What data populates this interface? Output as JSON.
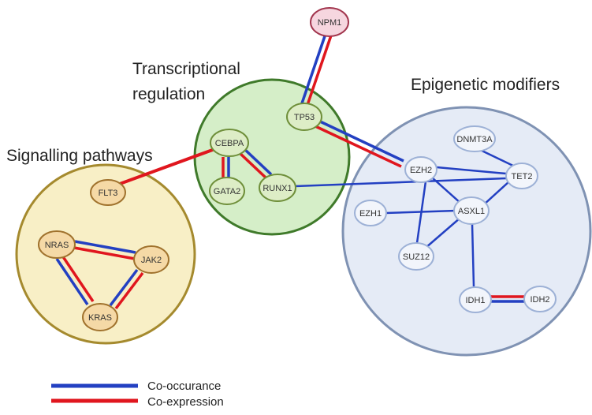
{
  "clusters": {
    "signalling": {
      "title": "Signalling pathways",
      "fill": "#f8efc6",
      "stroke": "#a58a2e"
    },
    "transcriptional": {
      "title_line1": "Transcriptional",
      "title_line2": "regulation",
      "fill": "#d5eec8",
      "stroke": "#3f7a2a"
    },
    "epigenetic": {
      "title": "Epigenetic modifiers",
      "fill": "#e5ebf6",
      "stroke": "#7f92b3"
    }
  },
  "nodes": {
    "npm1": "NPM1",
    "tp53": "TP53",
    "cebpa": "CEBPA",
    "gata2": "GATA2",
    "runx1": "RUNX1",
    "flt3": "FLT3",
    "nras": "NRAS",
    "jak2": "JAK2",
    "kras": "KRAS",
    "dnmt3a": "DNMT3A",
    "ezh2": "EZH2",
    "tet2": "TET2",
    "ezh1": "EZH1",
    "asxl1": "ASXL1",
    "suz12": "SUZ12",
    "idh1": "IDH1",
    "idh2": "IDH2"
  },
  "node_colors": {
    "npm1": {
      "fill": "#f6d6df",
      "stroke": "#a2364e"
    },
    "transcriptional": {
      "fill": "#ddedc6",
      "stroke": "#6f8f3a"
    },
    "signalling": {
      "fill": "#f5d9a6",
      "stroke": "#a0722d"
    },
    "epigenetic": {
      "fill": "#f2f5fb",
      "stroke": "#9db1d6"
    }
  },
  "legend": {
    "co_occurance": {
      "label": "Co-occurance",
      "color": "#2340c2"
    },
    "co_expression": {
      "label": "Co-expression",
      "color": "#e0161e"
    }
  }
}
